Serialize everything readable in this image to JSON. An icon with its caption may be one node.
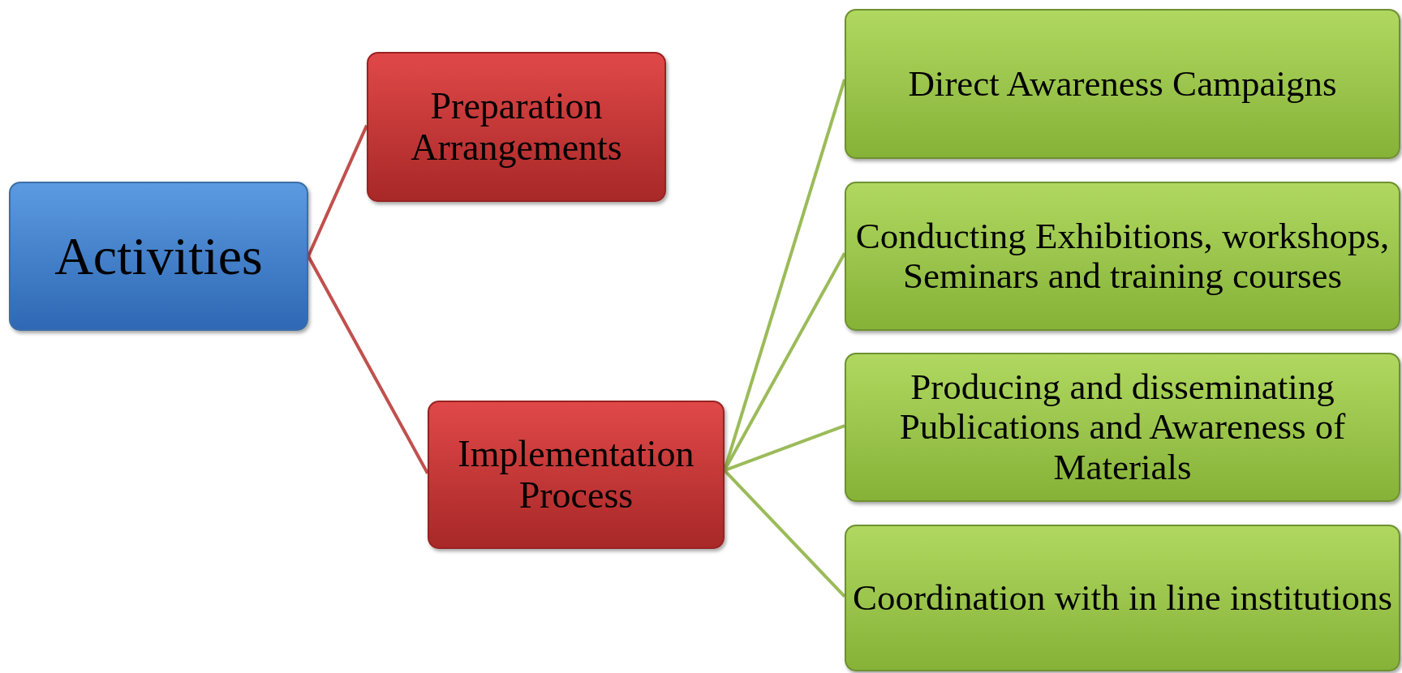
{
  "diagram": {
    "nodes": [
      {
        "text": [
          "Activities"
        ]
      },
      {
        "text": [
          "Preparation Arrangements"
        ]
      },
      {
        "text": [
          "Implementation Process"
        ]
      },
      {
        "text": [
          "Direct Awareness Campaigns"
        ]
      },
      {
        "text": [
          "Conducting Exhibitions, workshops, Seminars and training courses"
        ]
      },
      {
        "text": [
          "Producing and disseminating Publications and Awareness  of Materials"
        ]
      },
      {
        "text": [
          "Coordination with in line institutions"
        ]
      }
    ],
    "edges": [
      {
        "from": 0,
        "to": 1,
        "arrow": "none",
        "color": "#c0504d"
      },
      {
        "from": 0,
        "to": 2,
        "arrow": "none",
        "color": "#c0504d"
      },
      {
        "from": 2,
        "to": 3,
        "arrow": "none"
      },
      {
        "from": 2,
        "to": 4,
        "arrow": "none"
      },
      {
        "from": 2,
        "to": 5,
        "arrow": "none"
      },
      {
        "from": 2,
        "to": 6,
        "arrow": "none"
      }
    ]
  }
}
